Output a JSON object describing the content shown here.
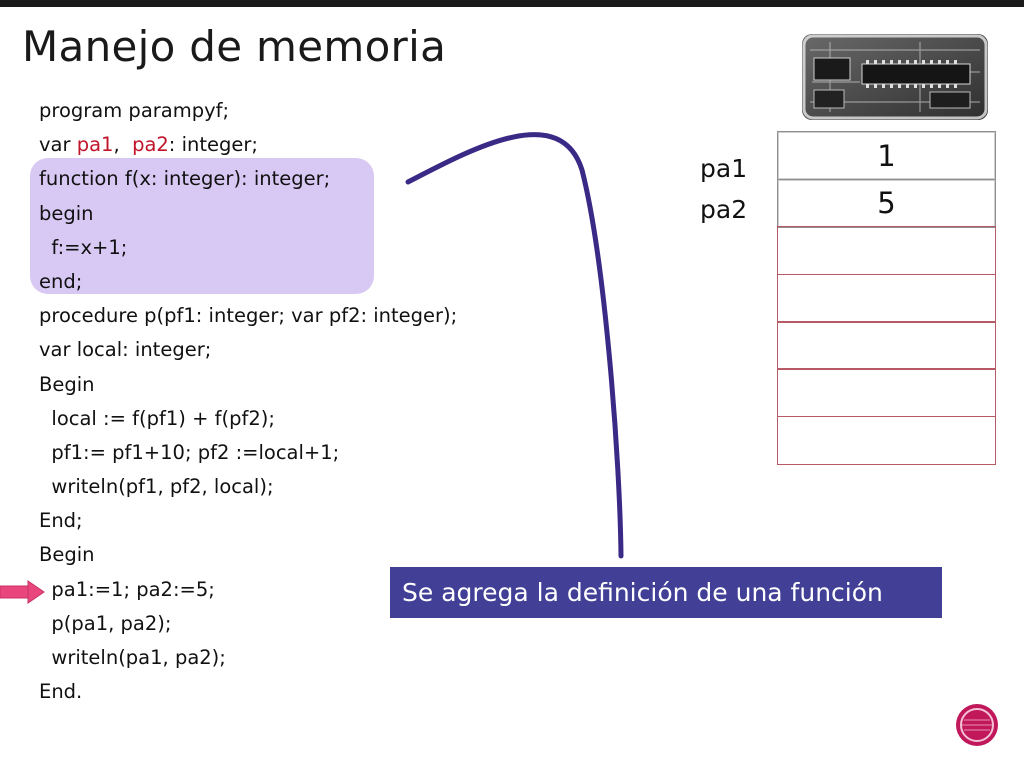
{
  "title": "Manejo de memoria",
  "code_lines": [
    [
      {
        "t": "program parampyf;"
      }
    ],
    [
      {
        "t": "var "
      },
      {
        "t": "pa1",
        "c": "r"
      },
      {
        "t": ",  "
      },
      {
        "t": "pa2",
        "c": "r"
      },
      {
        "t": ": integer;"
      }
    ],
    [
      {
        "t": "function f(x: integer): integer;"
      }
    ],
    [
      {
        "t": "begin"
      }
    ],
    [
      {
        "t": "  f:=x+1;"
      }
    ],
    [
      {
        "t": "end;"
      }
    ],
    [
      {
        "t": "procedure p(pf1: integer; var pf2: integer);"
      }
    ],
    [
      {
        "t": "var local: integer;"
      }
    ],
    [
      {
        "t": "Begin"
      }
    ],
    [
      {
        "t": "  local := f(pf1) + f(pf2);"
      }
    ],
    [
      {
        "t": "  pf1:= pf1+10; pf2 :=local+1;"
      }
    ],
    [
      {
        "t": "  writeln(pf1, pf2, local);"
      }
    ],
    [
      {
        "t": "End;"
      }
    ],
    [
      {
        "t": "Begin"
      }
    ],
    [
      {
        "t": "  pa1:=1; pa2:=5;"
      }
    ],
    [
      {
        "t": "  p(pa1, pa2);"
      }
    ],
    [
      {
        "t": "  writeln(pa1, pa2);"
      }
    ],
    [
      {
        "t": "End."
      }
    ]
  ],
  "highlighted_block": "function f",
  "current_line_index": 14,
  "memory": {
    "labels": [
      "pa1",
      "pa2"
    ],
    "cells": [
      "1",
      "5",
      "",
      "",
      "",
      "",
      ""
    ]
  },
  "callout": "Se agrega la definición de una función",
  "colors": {
    "highlight": "#d8c8f4",
    "variable_text": "#c0152a",
    "callout_bg": "#413f96",
    "curve": "#3a2a86",
    "pointer": "#e8467c",
    "badge": "#c0185a"
  },
  "icons": {
    "pointer": "arrow-right-icon",
    "chip": "memory-chip-icon",
    "badge": "circle-badge-icon"
  }
}
